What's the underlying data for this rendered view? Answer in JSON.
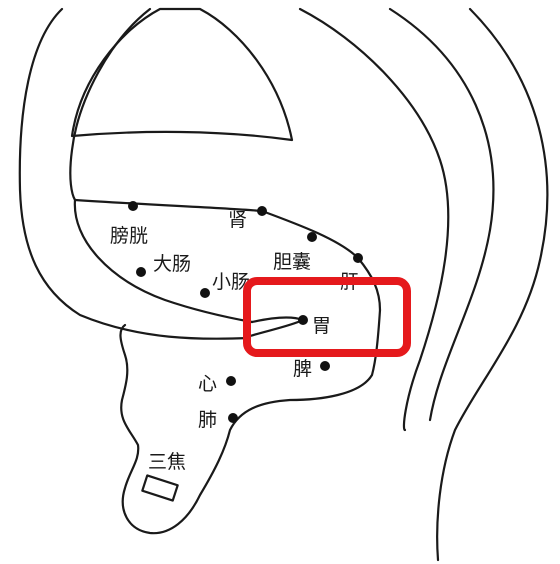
{
  "points": [
    {
      "id": "bladder",
      "label": "膀胱"
    },
    {
      "id": "kidney",
      "label": "肾"
    },
    {
      "id": "large-intestine",
      "label": "大肠"
    },
    {
      "id": "small-intestine",
      "label": "小肠"
    },
    {
      "id": "gallbladder",
      "label": "胆囊"
    },
    {
      "id": "liver",
      "label": "肝"
    },
    {
      "id": "stomach",
      "label": "胃"
    },
    {
      "id": "spleen",
      "label": "脾"
    },
    {
      "id": "heart",
      "label": "心"
    },
    {
      "id": "lung",
      "label": "肺"
    },
    {
      "id": "sanjiao",
      "label": "三焦"
    }
  ],
  "highlight": {
    "target": "stomach",
    "color": "#e5191c"
  },
  "colors": {
    "line": "#1a1a1a",
    "dot": "#111111",
    "background": "#ffffff"
  }
}
